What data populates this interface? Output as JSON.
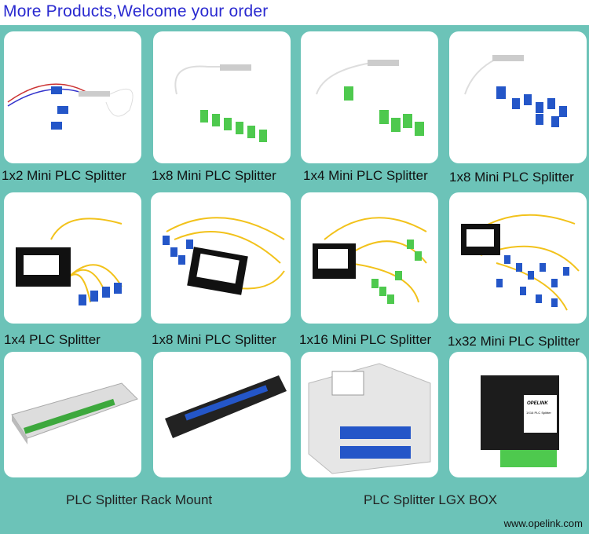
{
  "header": {
    "title": "More Products,Welcome your order"
  },
  "products": [
    {
      "label": "1x2 Mini PLC Splitter"
    },
    {
      "label": "1x8 Mini PLC Splitter"
    },
    {
      "label": "1x4 Mini PLC Splitter"
    },
    {
      "label": "1x8 Mini PLC Splitter"
    },
    {
      "label": "1x4  PLC Splitter"
    },
    {
      "label": "1x8 Mini PLC Splitter"
    },
    {
      "label": "1x16 Mini PLC Splitter"
    },
    {
      "label": "1x32 Mini PLC Splitter"
    }
  ],
  "groups": [
    {
      "label": "PLC Splitter Rack Mount"
    },
    {
      "label": "PLC Splitter LGX BOX"
    }
  ],
  "lgx_label": {
    "brand": "OPELINK",
    "model": "1X16 PLC Splitter"
  },
  "footer": {
    "website": "www.opelink.com"
  },
  "colors": {
    "background": "#6cc3b8",
    "title": "#2a2ad0",
    "sc_upc": "#2456c8",
    "sc_apc": "#4ec94e",
    "fiber": "#f2c21b"
  }
}
